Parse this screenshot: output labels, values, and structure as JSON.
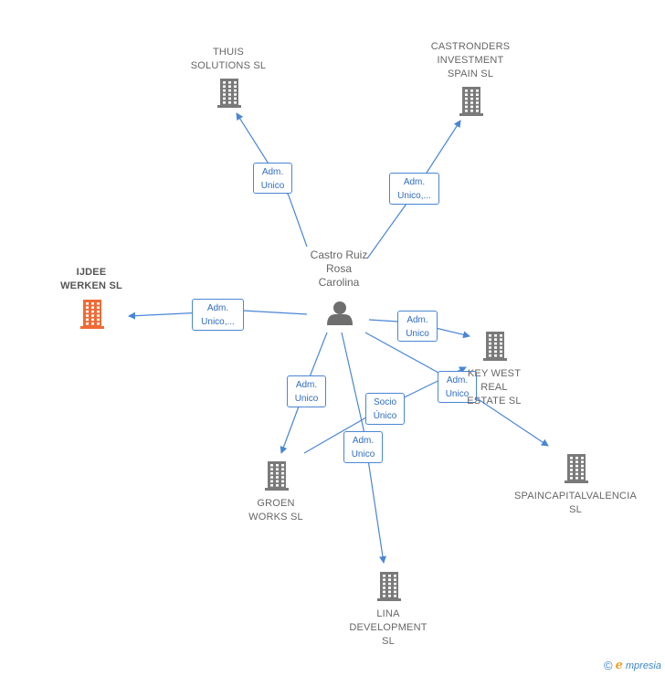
{
  "center": {
    "name": "Castro Ruiz\nRosa\nCarolina",
    "icon": "person-icon"
  },
  "companies": [
    {
      "id": "thuis",
      "name": "THUIS\nSOLUTIONS  SL",
      "icon": "building-icon",
      "highlight": false
    },
    {
      "id": "castronders",
      "name": "CASTRONDERS\nINVESTMENT\nSPAIN  SL",
      "icon": "building-icon",
      "highlight": false
    },
    {
      "id": "ijdee",
      "name": "IJDEE\nWERKEN  SL",
      "icon": "building-icon",
      "highlight": true
    },
    {
      "id": "keywest",
      "name": "KEY WEST\nREAL\nESTATE  SL",
      "icon": "building-icon",
      "highlight": false
    },
    {
      "id": "spaincapital",
      "name": "SPAINCAPITALVALENCIA\nSL",
      "icon": "building-icon",
      "highlight": false
    },
    {
      "id": "groen",
      "name": "GROEN\nWORKS  SL",
      "icon": "building-icon",
      "highlight": false
    },
    {
      "id": "lina",
      "name": "LINA\nDEVELOPMENT\nSL",
      "icon": "building-icon",
      "highlight": false
    }
  ],
  "edges": [
    {
      "to": "thuis",
      "label": "Adm.\nUnico"
    },
    {
      "to": "castronders",
      "label": "Adm.\nUnico,..."
    },
    {
      "to": "ijdee",
      "label": "Adm.\nUnico,..."
    },
    {
      "to": "keywest",
      "label": "Adm.\nUnico"
    },
    {
      "to": "spaincapital",
      "label": "Adm.\nUnico"
    },
    {
      "to": "groen",
      "label": "Adm.\nUnico"
    },
    {
      "to": "lina",
      "label": "Adm.\nUnico"
    },
    {
      "from": "groen",
      "to": "keywest",
      "label": "Socio\nÚnico"
    }
  ],
  "colors": {
    "edge": "#4a86d4",
    "building": "#7a7a7a",
    "building_highlight": "#f06a35",
    "person": "#6e6e6e"
  },
  "footer": {
    "copyright_symbol": "©",
    "brand_first": "e",
    "brand_rest": "mpresia"
  }
}
